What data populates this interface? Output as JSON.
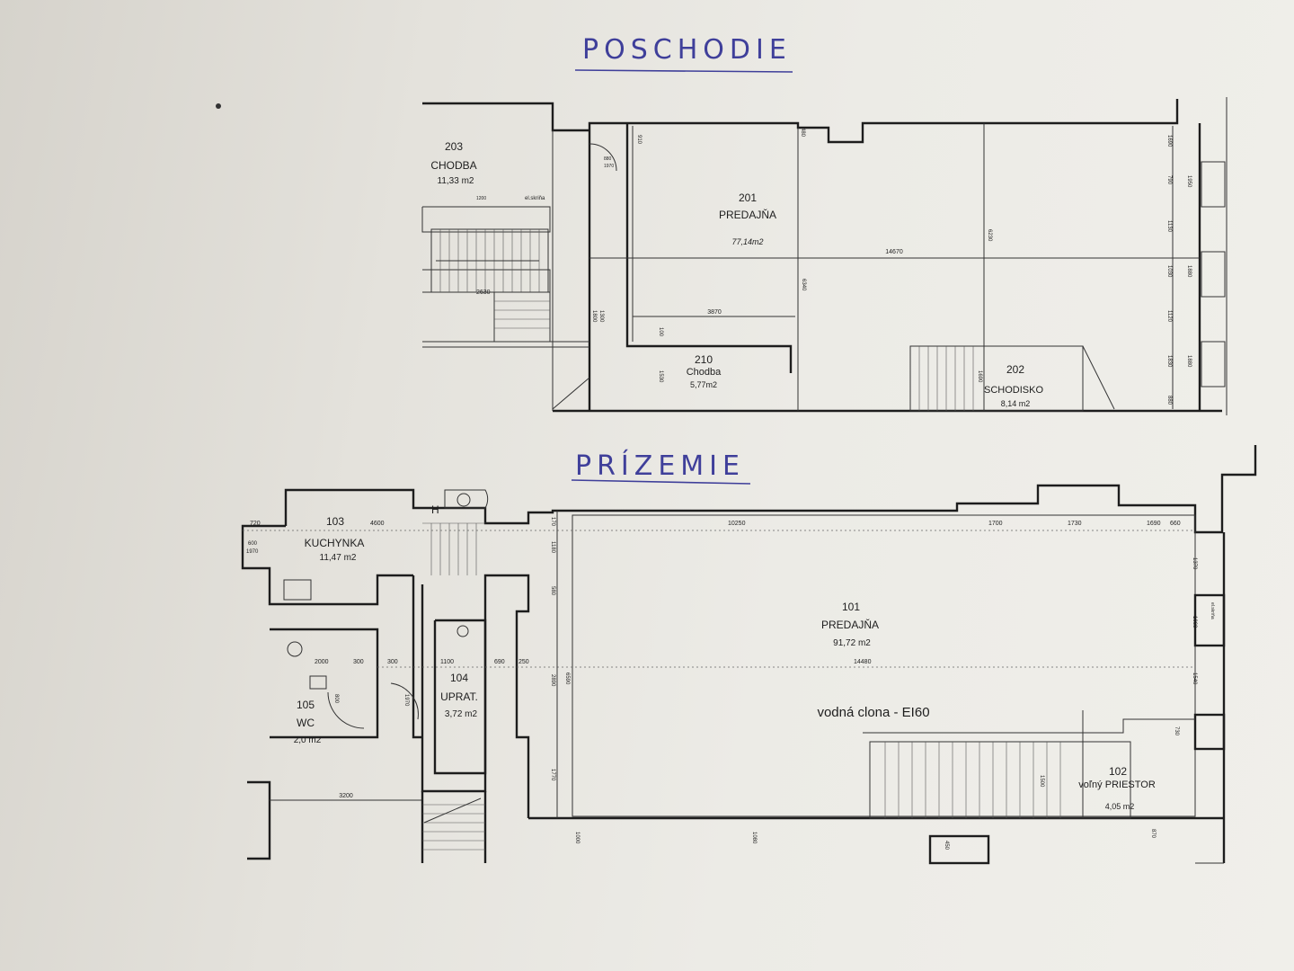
{
  "headings": {
    "upper_floor": "POSCHODIE",
    "ground_floor": "PRÍZEMIE"
  },
  "upper_floor": {
    "rooms": [
      {
        "number": "203",
        "name": "CHODBA",
        "area": "11,33 m2"
      },
      {
        "number": "201",
        "name": "PREDAJŇA",
        "area": "77,14m2"
      },
      {
        "number": "210",
        "name": "Chodba",
        "area": "5,77m2"
      },
      {
        "number": "202",
        "name": "SCHODISKO",
        "area": "8,14 m2"
      }
    ],
    "labels": [
      "el.skriňa"
    ],
    "dimensions": [
      "14670",
      "3870",
      "6340",
      "6230",
      "910",
      "480",
      "100",
      "1530",
      "1690",
      "790",
      "1130",
      "1030",
      "1120",
      "880",
      "1950",
      "1880",
      "1830",
      "1690",
      "1880",
      "2630",
      "1800",
      "1300",
      "880",
      "1970",
      "1200"
    ]
  },
  "ground_floor": {
    "rooms": [
      {
        "number": "103",
        "name": "KUCHYNKA",
        "area": "11,47 m2"
      },
      {
        "number": "101",
        "name": "PREDAJŇA",
        "area": "91,72 m2"
      },
      {
        "number": "104",
        "name": "UPRAT.",
        "area": "3,72 m2"
      },
      {
        "number": "105",
        "name": "WC",
        "area": "2,0 m2"
      },
      {
        "number": "102",
        "name": "voľný PRIESTOR",
        "area": "4,05 m2"
      }
    ],
    "labels": [
      "vodná clona - EI60",
      "H",
      "el.skriňa"
    ],
    "dimensions": [
      "720",
      "4600",
      "10250",
      "1700",
      "1730",
      "1690",
      "660",
      "170",
      "600",
      "1970",
      "1180",
      "580",
      "1370",
      "1060",
      "2000",
      "300",
      "300",
      "1100",
      "690",
      "250",
      "14480",
      "2890",
      "6590",
      "1540",
      "730",
      "1770",
      "1500",
      "3200",
      "1000",
      "1080",
      "450",
      "870",
      "800",
      "1970"
    ]
  }
}
